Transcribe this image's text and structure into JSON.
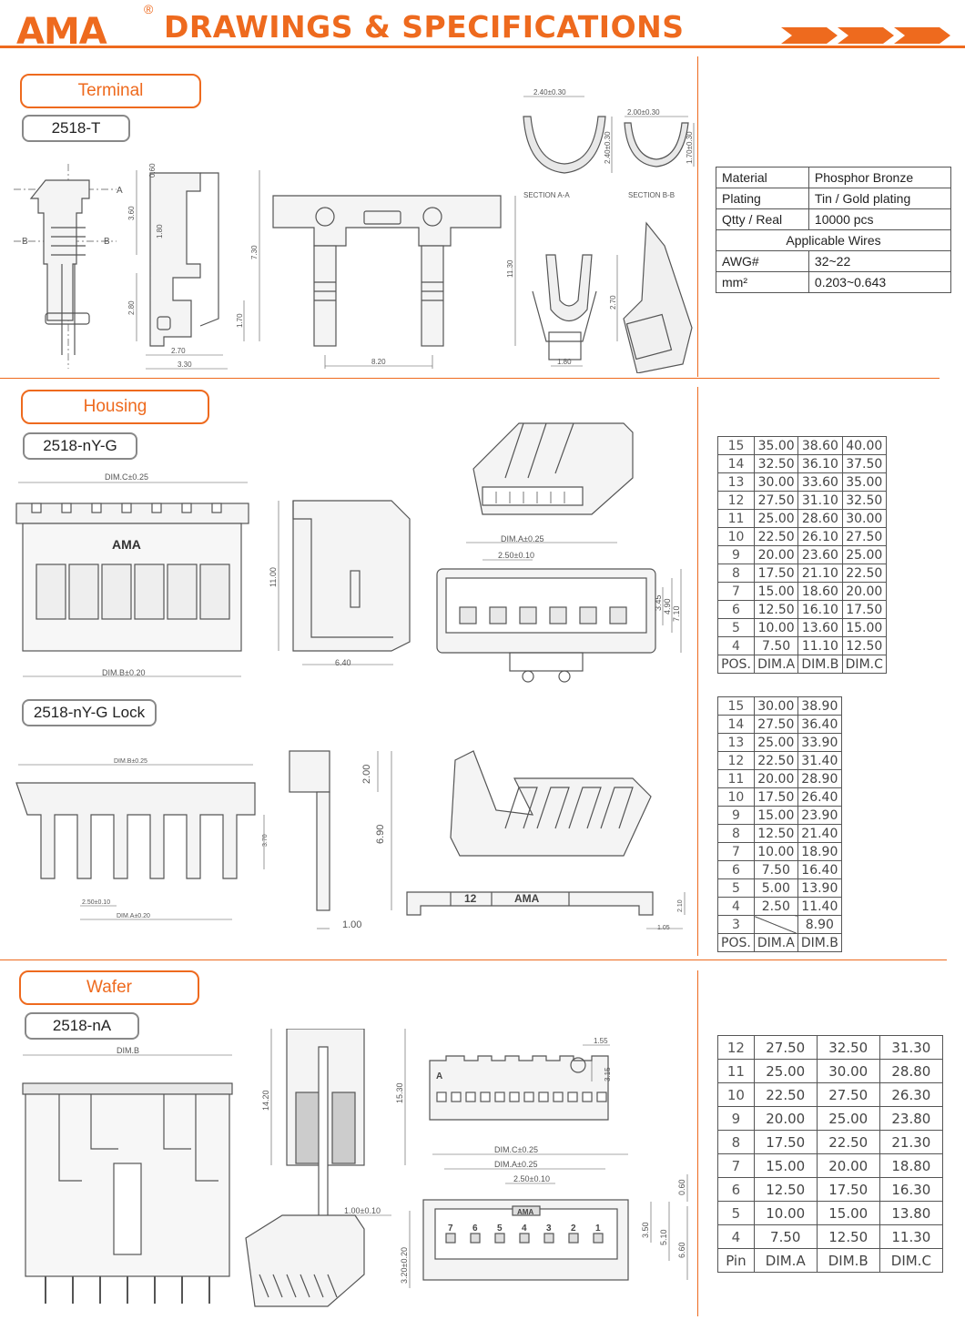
{
  "header": {
    "brand": "AMA",
    "registered": "®",
    "title": "DRAWINGS & SPECIFICATIONS",
    "accent_color": "#ee6a1e"
  },
  "terminal": {
    "section_label": "Terminal",
    "part_number": "2518-T",
    "drawing_labels": {
      "a": "A",
      "b": "B",
      "dim_060": "0.60",
      "dim_360": "3.60",
      "dim_180": "1.80",
      "dim_730": "7.30",
      "dim_280": "2.80",
      "dim_170": "1.70",
      "dim_270": "2.70",
      "dim_330": "3.30",
      "dim_820": "8.20",
      "dim_1130": "11.30",
      "dim_240w": "2.40±0.30",
      "dim_240h": "2.40±0.30",
      "dim_200w": "2.00±0.30",
      "dim_170h": "1.70±0.30",
      "section_a": "SECTION A-A",
      "section_b": "SECTION B-B",
      "dim_270b": "2.70",
      "dim_180b": "1.80"
    },
    "specs": [
      {
        "label": "Material",
        "value": "Phosphor Bronze"
      },
      {
        "label": "Plating",
        "value": "Tin / Gold plating"
      },
      {
        "label": "Qtty / Real",
        "value": "10000 pcs"
      }
    ],
    "applicable_wires_label": "Applicable Wires",
    "wires": [
      {
        "label": "AWG#",
        "value": "32~22"
      },
      {
        "label": "mm²",
        "value": "0.203~0.643"
      }
    ]
  },
  "housing": {
    "section_label": "Housing",
    "part_number": "2518-nY-G",
    "drawing_labels": {
      "dim_c": "DIM.C±0.25",
      "dim_b": "DIM.B±0.20",
      "brand": "AMA",
      "dim_1100": "11.00",
      "dim_640": "6.40",
      "dim_a": "DIM.A±0.25",
      "pitch": "2.50±0.10",
      "dim_345": "3.45",
      "dim_490": "4.90",
      "dim_710": "7.10"
    },
    "table": {
      "headers": [
        "POS.",
        "DIM.A",
        "DIM.B",
        "DIM.C"
      ],
      "rows": [
        [
          "15",
          "35.00",
          "38.60",
          "40.00"
        ],
        [
          "14",
          "32.50",
          "36.10",
          "37.50"
        ],
        [
          "13",
          "30.00",
          "33.60",
          "35.00"
        ],
        [
          "12",
          "27.50",
          "31.10",
          "32.50"
        ],
        [
          "11",
          "25.00",
          "28.60",
          "30.00"
        ],
        [
          "10",
          "22.50",
          "26.10",
          "27.50"
        ],
        [
          "9",
          "20.00",
          "23.60",
          "25.00"
        ],
        [
          "8",
          "17.50",
          "21.10",
          "22.50"
        ],
        [
          "7",
          "15.00",
          "18.60",
          "20.00"
        ],
        [
          "6",
          "12.50",
          "16.10",
          "17.50"
        ],
        [
          "5",
          "10.00",
          "13.60",
          "15.00"
        ],
        [
          "4",
          "7.50",
          "11.10",
          "12.50"
        ]
      ]
    }
  },
  "lock": {
    "part_number": "2518-nY-G Lock",
    "drawing_labels": {
      "dim_b": "DIM.B±0.25",
      "dim_370": "3.70",
      "pitch": "2.50±0.10",
      "dim_a": "DIM.A±0.20",
      "dim_200": "2.00",
      "dim_690": "6.90",
      "dim_100": "1.00",
      "num": "12",
      "brand": "AMA",
      "dim_210": "2.10",
      "dim_105": "1.05"
    },
    "table": {
      "headers": [
        "POS.",
        "DIM.A",
        "DIM.B"
      ],
      "rows": [
        [
          "15",
          "30.00",
          "38.90"
        ],
        [
          "14",
          "27.50",
          "36.40"
        ],
        [
          "13",
          "25.00",
          "33.90"
        ],
        [
          "12",
          "22.50",
          "31.40"
        ],
        [
          "11",
          "20.00",
          "28.90"
        ],
        [
          "10",
          "17.50",
          "26.40"
        ],
        [
          "9",
          "15.00",
          "23.90"
        ],
        [
          "8",
          "12.50",
          "21.40"
        ],
        [
          "7",
          "10.00",
          "18.90"
        ],
        [
          "6",
          "7.50",
          "16.40"
        ],
        [
          "5",
          "5.00",
          "13.90"
        ],
        [
          "4",
          "2.50",
          "11.40"
        ],
        [
          "3",
          "",
          "8.90"
        ]
      ]
    }
  },
  "wafer": {
    "section_label": "Wafer",
    "part_number": "2518-nA",
    "drawing_labels": {
      "dim_b": "DIM.B",
      "dim_1420": "14.20",
      "dim_1530": "15.30",
      "dim_100": "1.00±0.10",
      "dim_155": "1.55",
      "dim_315": "3.15",
      "a": "A",
      "dim_c": "DIM.C±0.25",
      "dim_a": "DIM.A±0.25",
      "pitch": "2.50±0.10",
      "dim_060": "0.60",
      "brand": "AMA",
      "dim_350": "3.50",
      "dim_510": "5.10",
      "dim_660": "6.60",
      "dim_320": "3.20±0.20",
      "pins": [
        "7",
        "6",
        "5",
        "4",
        "3",
        "2",
        "1"
      ]
    },
    "table": {
      "headers": [
        "Pin",
        "DIM.A",
        "DIM.B",
        "DIM.C"
      ],
      "rows": [
        [
          "12",
          "27.50",
          "32.50",
          "31.30"
        ],
        [
          "11",
          "25.00",
          "30.00",
          "28.80"
        ],
        [
          "10",
          "22.50",
          "27.50",
          "26.30"
        ],
        [
          "9",
          "20.00",
          "25.00",
          "23.80"
        ],
        [
          "8",
          "17.50",
          "22.50",
          "21.30"
        ],
        [
          "7",
          "15.00",
          "20.00",
          "18.80"
        ],
        [
          "6",
          "12.50",
          "17.50",
          "16.30"
        ],
        [
          "5",
          "10.00",
          "15.00",
          "13.80"
        ],
        [
          "4",
          "7.50",
          "12.50",
          "11.30"
        ]
      ]
    }
  }
}
